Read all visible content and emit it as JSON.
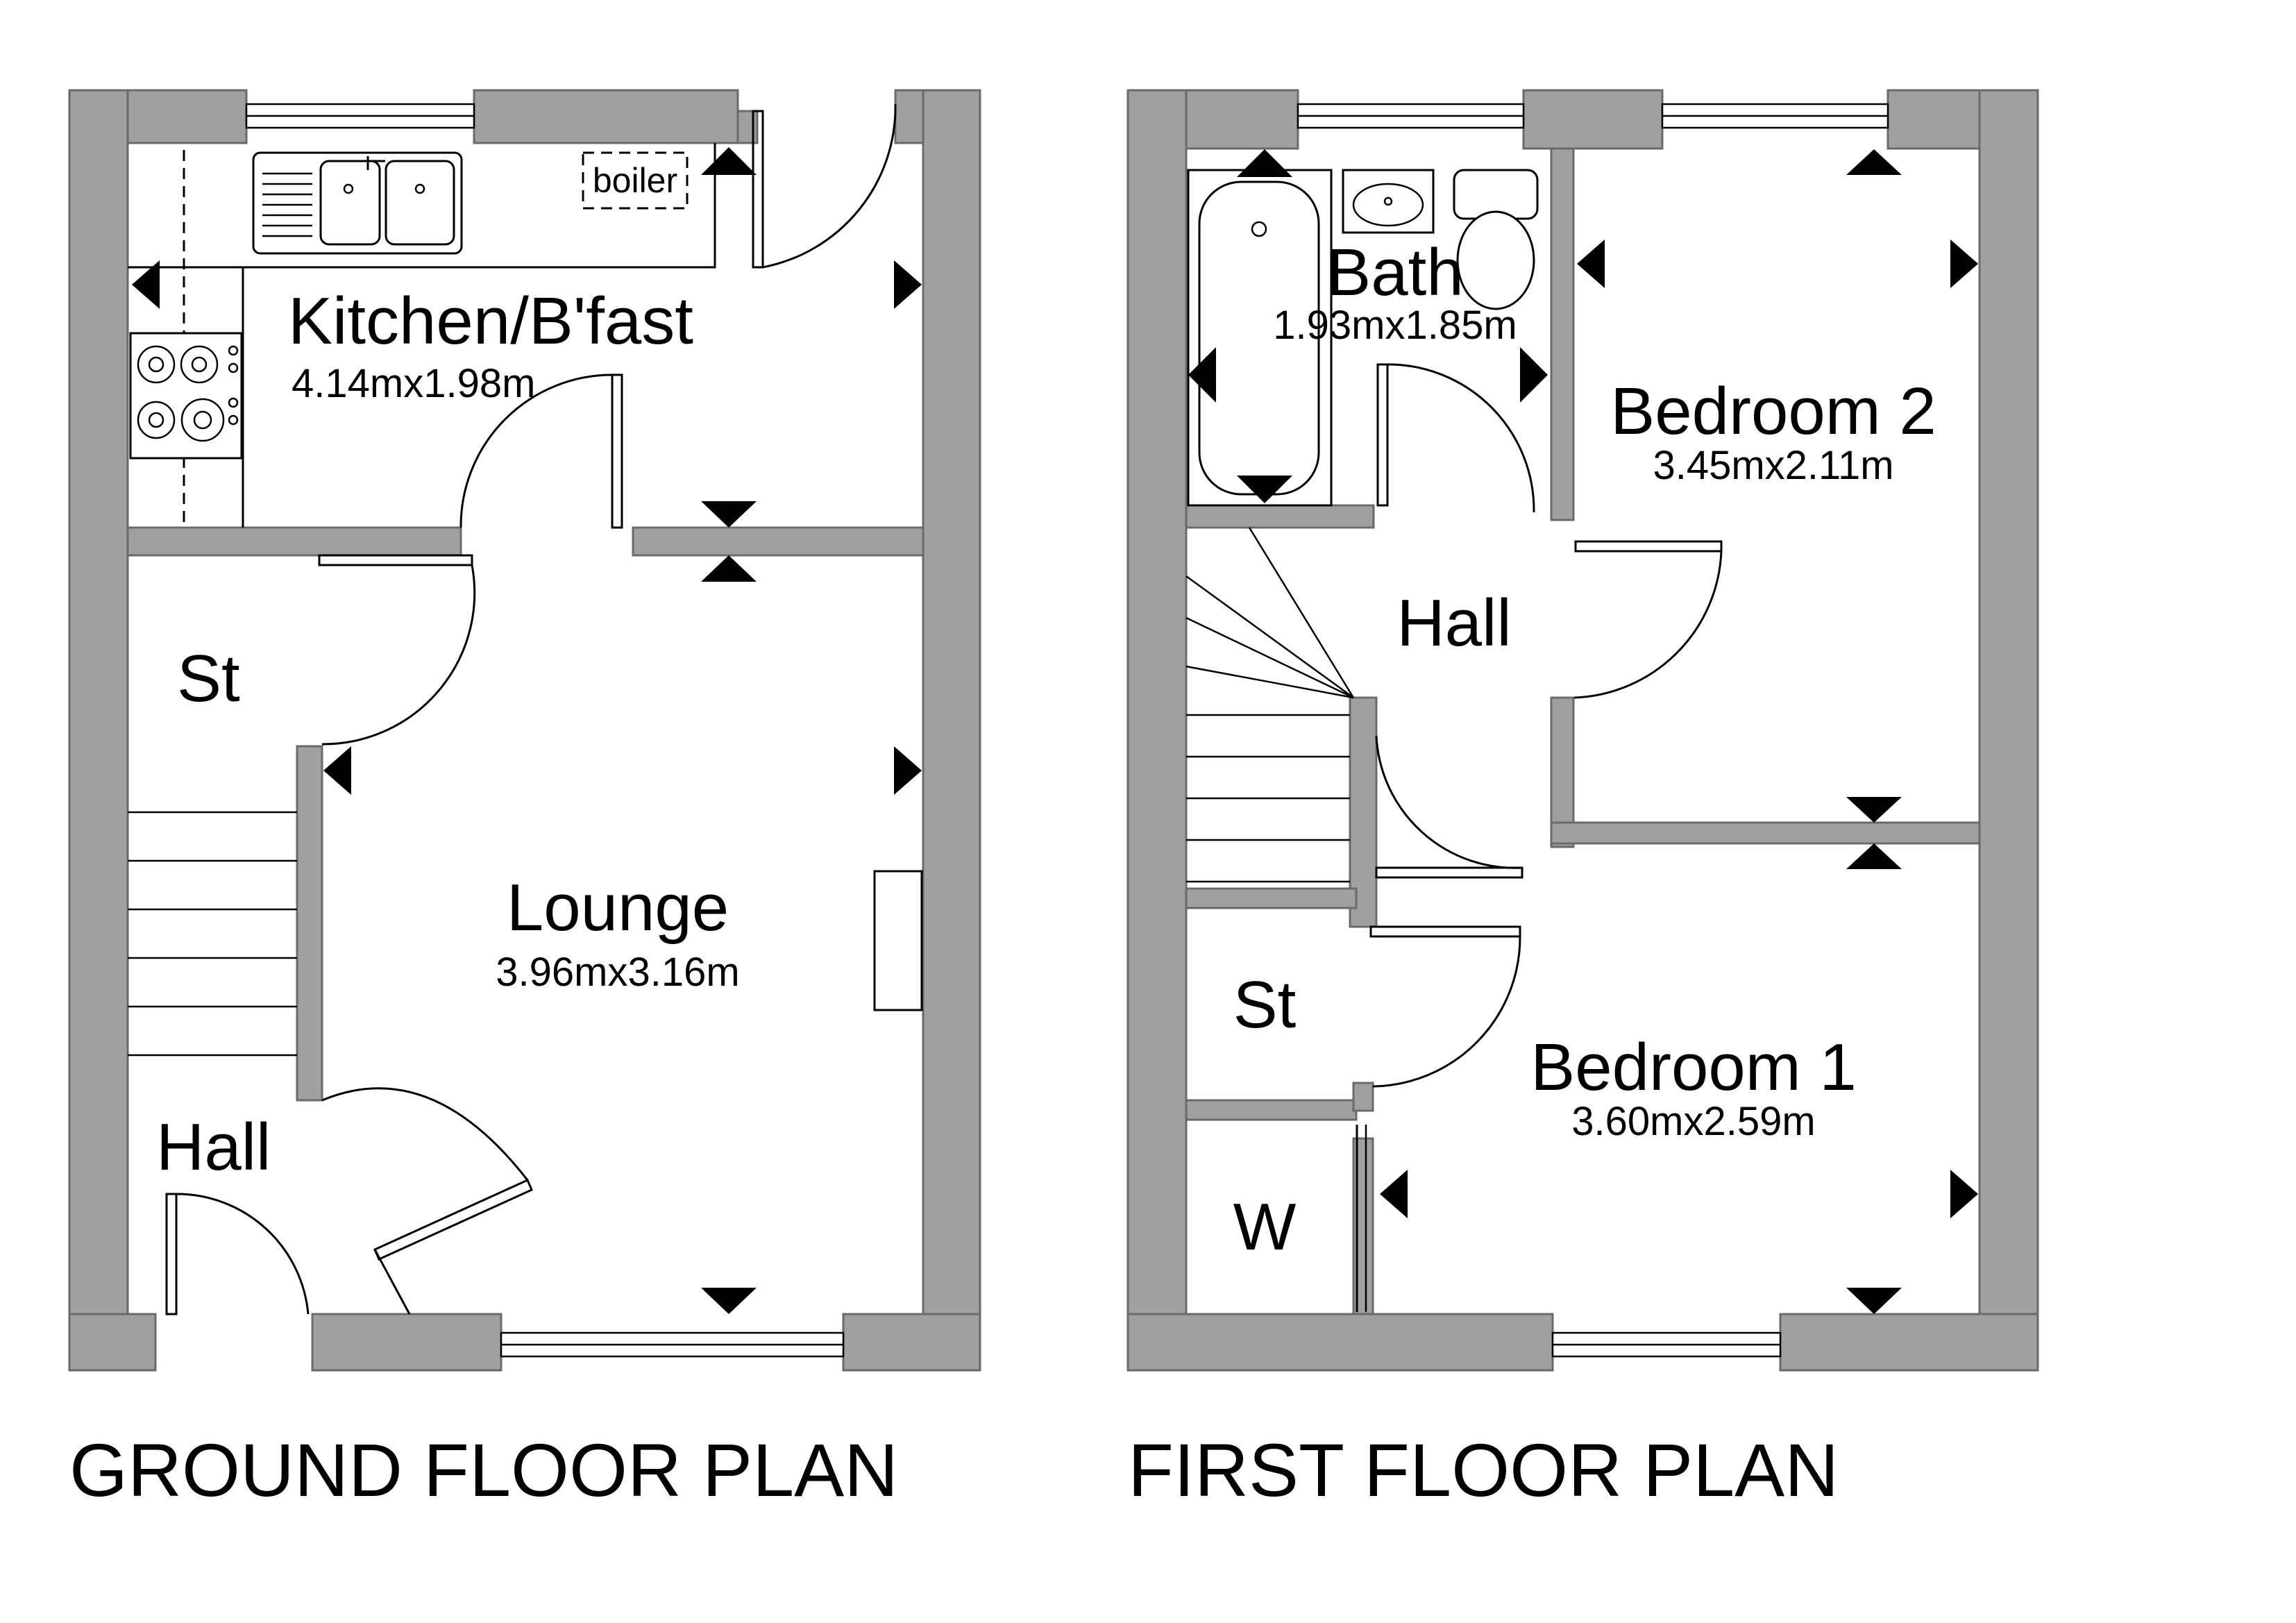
{
  "ground_floor": {
    "title": "GROUND FLOOR PLAN",
    "rooms": {
      "kitchen": {
        "name": "Kitchen/B'fast",
        "dimensions": "4.14mx1.98m"
      },
      "lounge": {
        "name": "Lounge",
        "dimensions": "3.96mx3.16m"
      },
      "store": {
        "name": "St"
      },
      "hall": {
        "name": "Hall"
      }
    },
    "fixtures": {
      "boiler": "boiler"
    }
  },
  "first_floor": {
    "title": "FIRST FLOOR PLAN",
    "rooms": {
      "bath": {
        "name": "Bath",
        "dimensions": "1.93mx1.85m"
      },
      "bedroom2": {
        "name": "Bedroom 2",
        "dimensions": "3.45mx2.11m"
      },
      "hall": {
        "name": "Hall"
      },
      "store": {
        "name": "St"
      },
      "bedroom1": {
        "name": "Bedroom 1",
        "dimensions": "3.60mx2.59m"
      },
      "wardrobe": {
        "name": "W"
      }
    }
  }
}
